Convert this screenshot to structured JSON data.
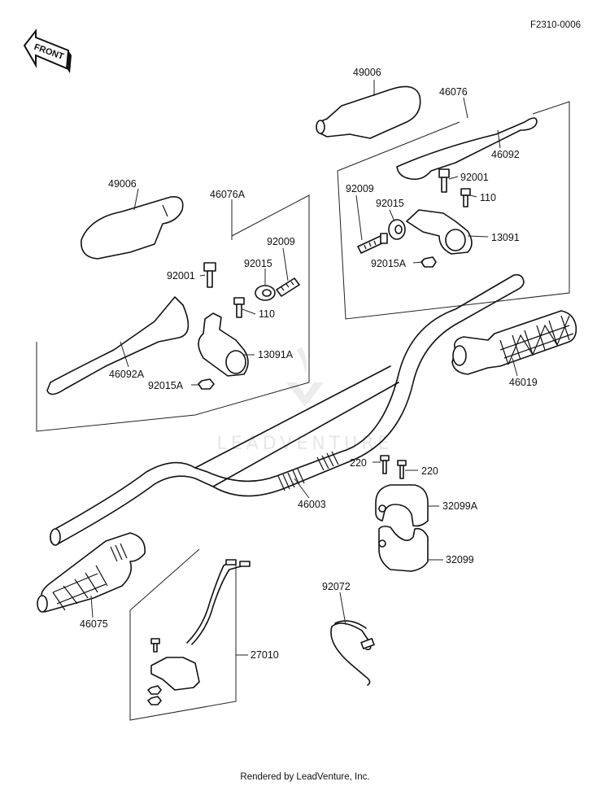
{
  "reference_code": "F2310-0006",
  "front_label": "FRONT",
  "watermark": "LEADVENTURE",
  "footer": "Rendered by LeadVenture, Inc.",
  "labels": {
    "grip_cover_right": "49006",
    "lever_assy_right": "46076",
    "lever_right": "46092",
    "bolt_92001_right": "92001",
    "screw_110_right": "110",
    "bolt_92009_right": "92009",
    "nut_92015_right": "92015",
    "holder_right": "13091",
    "nut_92015a_right": "92015A",
    "grip_cover_left": "49006",
    "lever_assy_left": "46076A",
    "bolt_92009_left": "92009",
    "bolt_92001_left": "92001",
    "nut_92015_left": "92015",
    "screw_110_left": "110",
    "holder_left": "13091A",
    "lever_left": "46092A",
    "nut_92015a_left": "92015A",
    "throttle_grip": "46019",
    "screw_220_a": "220",
    "screw_220_b": "220",
    "handlebar": "46003",
    "clamp_upper": "32099A",
    "clamp_lower": "32099",
    "grip_left": "46075",
    "band": "92072",
    "switch": "27010"
  }
}
